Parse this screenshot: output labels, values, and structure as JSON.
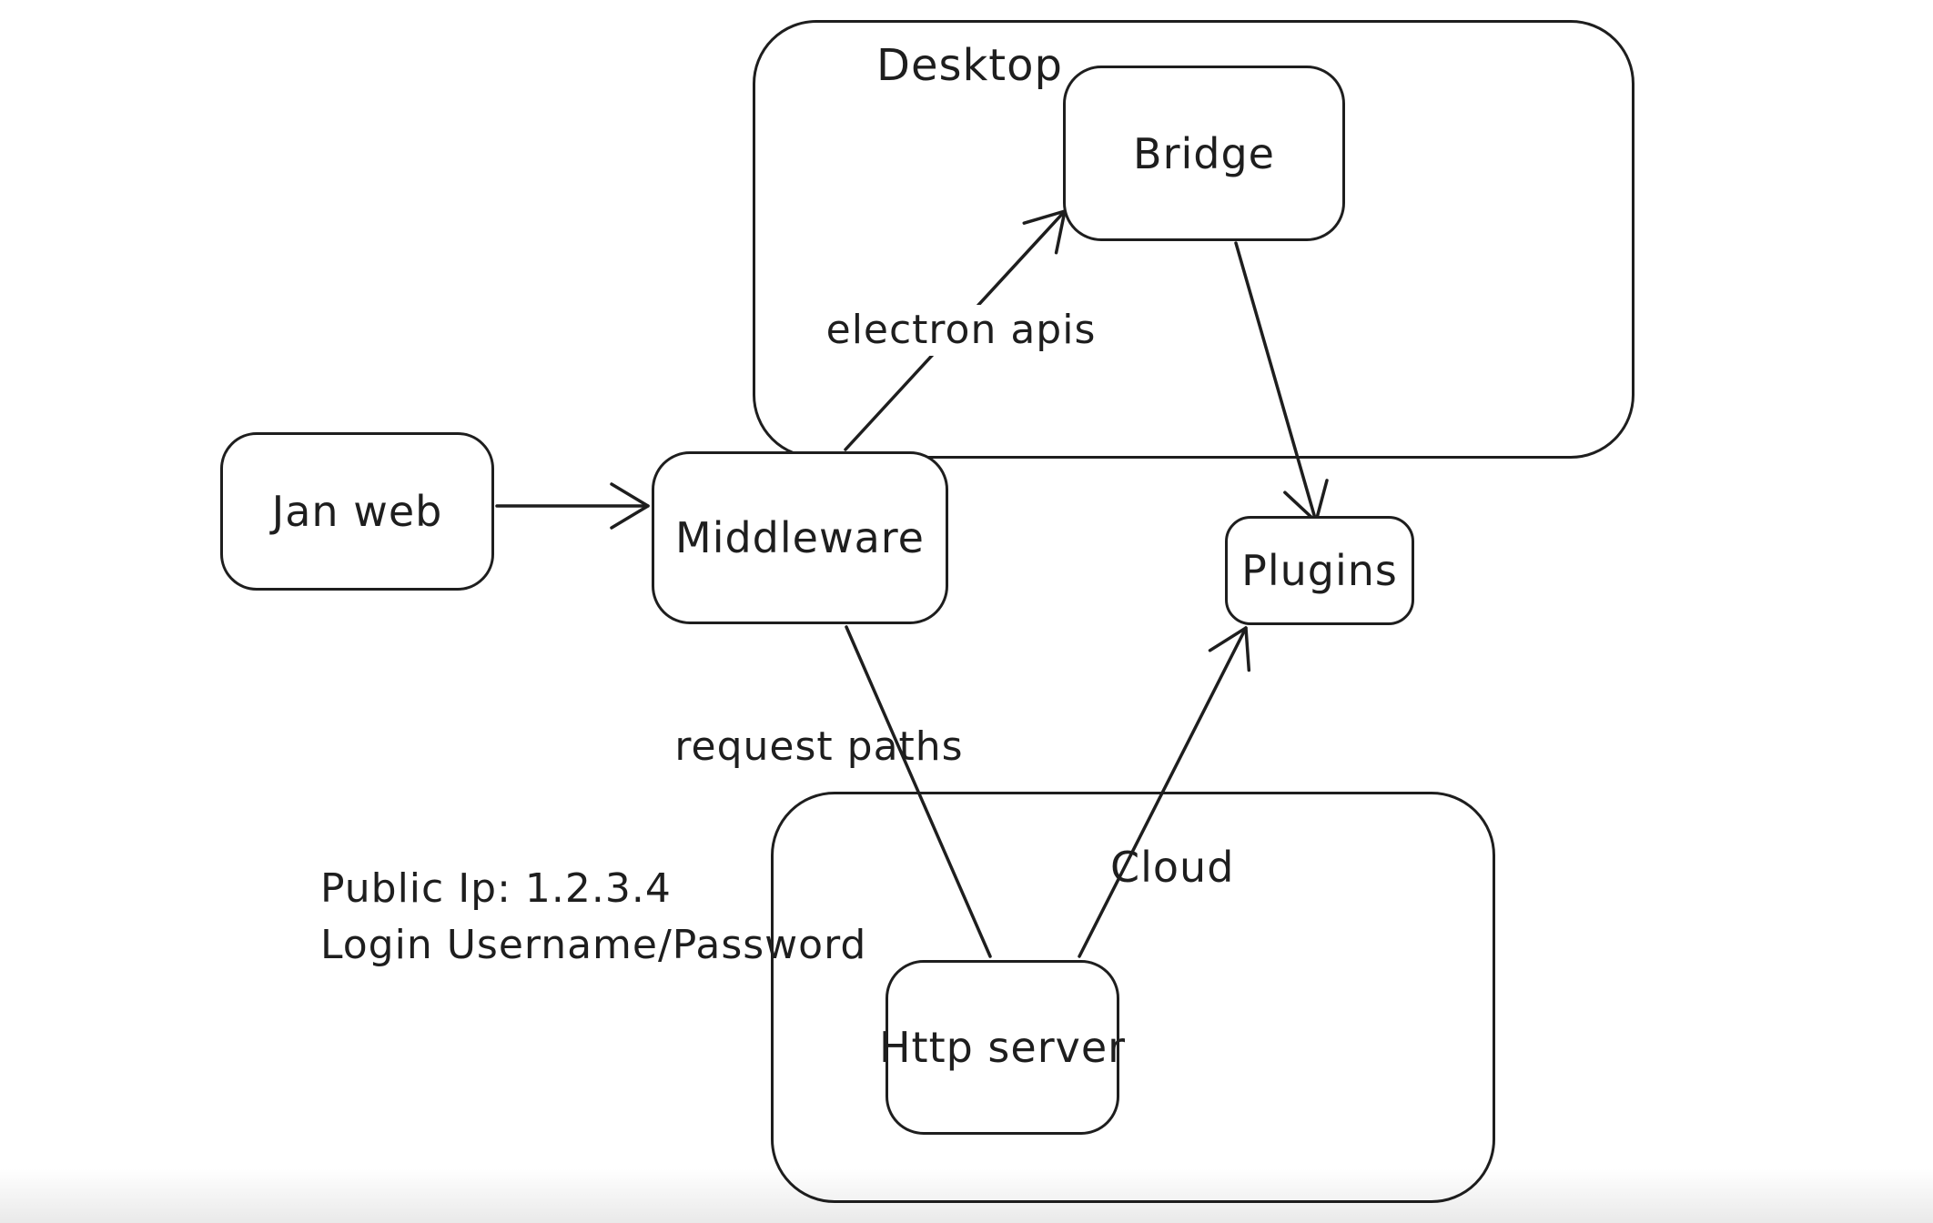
{
  "diagram": {
    "background_color": "#ffffff",
    "stroke_color": "#1e1e1e",
    "containers": {
      "desktop": {
        "label": "Desktop"
      },
      "cloud": {
        "label": "Cloud"
      }
    },
    "nodes": {
      "jan_web": {
        "label": "Jan web"
      },
      "middleware": {
        "label": "Middleware"
      },
      "bridge": {
        "label": "Bridge"
      },
      "plugins": {
        "label": "Plugins"
      },
      "http_server": {
        "label": "Http server"
      }
    },
    "edges": {
      "jan_web_to_middleware": {
        "from": "Jan web",
        "to": "Middleware",
        "label": ""
      },
      "middleware_to_bridge": {
        "from": "Middleware",
        "to": "Bridge",
        "label": "electron apis"
      },
      "bridge_to_plugins": {
        "from": "Bridge",
        "to": "Plugins",
        "label": ""
      },
      "middleware_to_http_server": {
        "from": "Middleware",
        "to": "Http server",
        "label": "request paths"
      },
      "http_server_to_plugins": {
        "from": "Http server",
        "to": "Plugins",
        "label": ""
      }
    },
    "annotations": {
      "public_ip": "Public Ip: 1.2.3.4",
      "login": "Login Username/Password"
    }
  }
}
